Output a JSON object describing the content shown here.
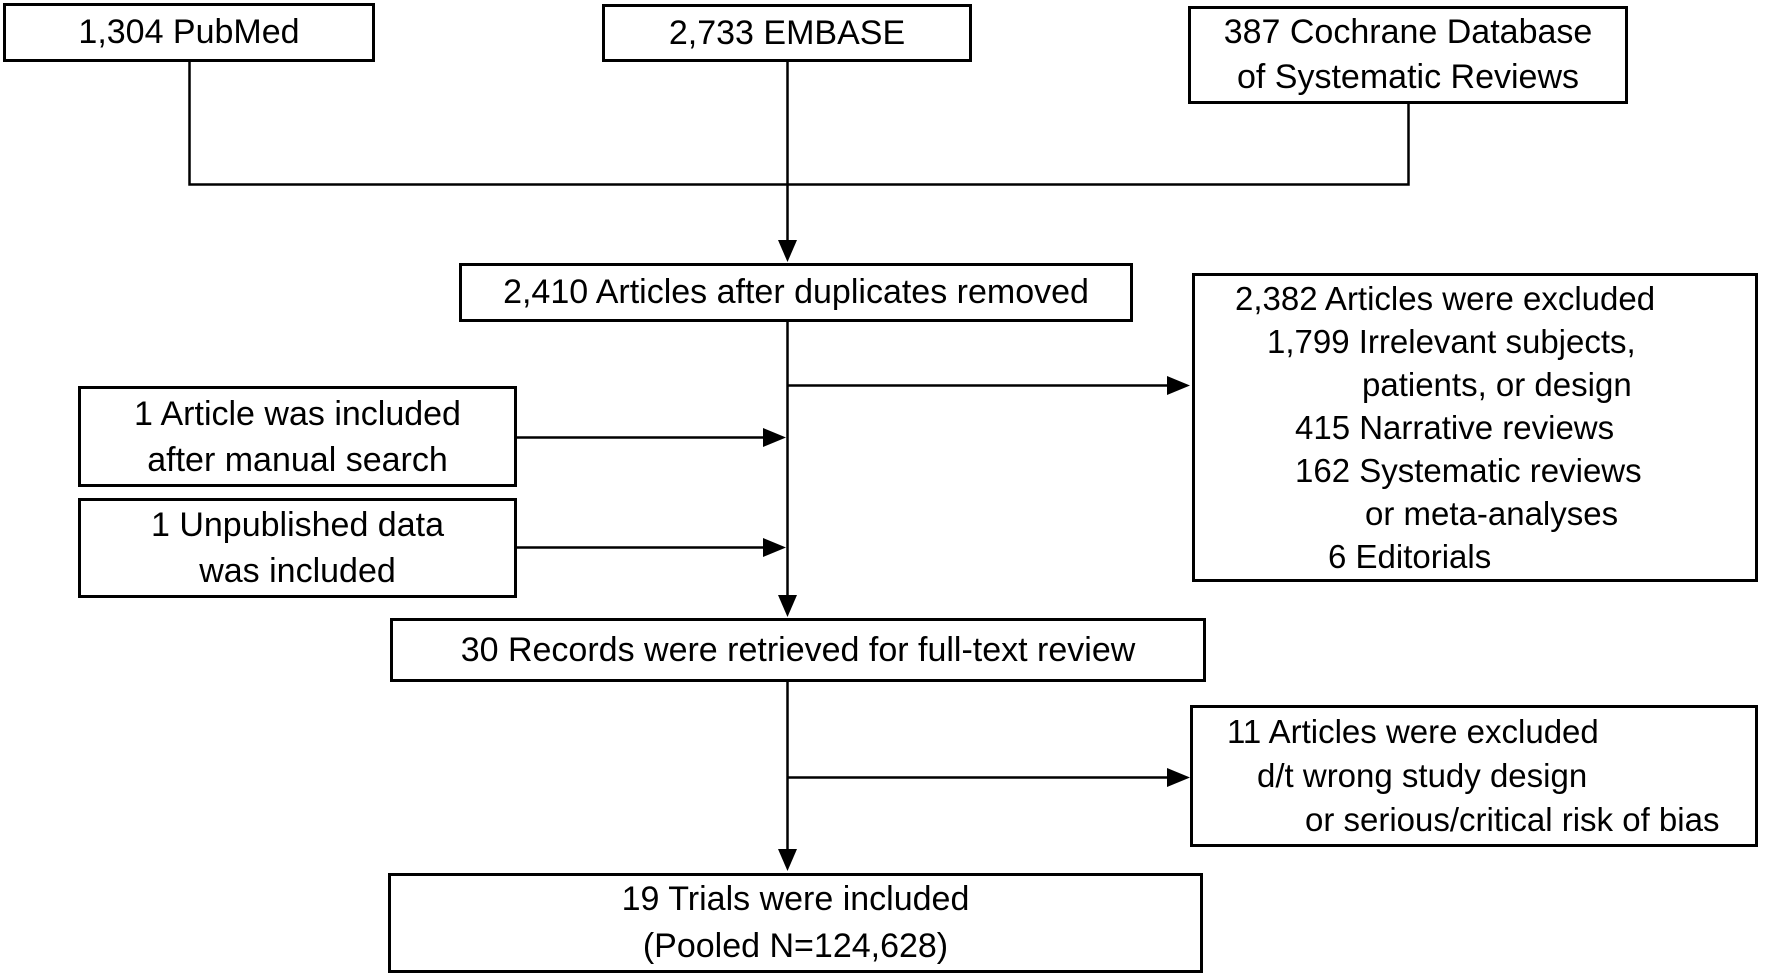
{
  "colors": {
    "background": "#ffffff",
    "box_border": "#000000",
    "text": "#000000",
    "connector_line": "#000000"
  },
  "flowchart": {
    "sources": {
      "pubmed": "1,304 PubMed",
      "embase": "2,733 EMBASE",
      "cochrane_line1": "387 Cochrane Database",
      "cochrane_line2": "of Systematic Reviews"
    },
    "deduplicated": "2,410 Articles after duplicates removed",
    "manual_search_line1": "1 Article was included",
    "manual_search_line2": "after manual search",
    "unpublished_line1": "1 Unpublished data",
    "unpublished_line2": "was included",
    "excluded_screening": [
      "2,382 Articles were excluded",
      "1,799 Irrelevant subjects,",
      "patients, or design",
      "415 Narrative reviews",
      "162 Systematic reviews",
      "or meta-analyses",
      "6 Editorials"
    ],
    "fulltext_review": "30 Records were retrieved for full-text review",
    "excluded_fulltext": [
      "11 Articles were excluded",
      "d/t wrong study design",
      "or serious/critical risk of bias"
    ],
    "included_line1": "19 Trials were included",
    "included_line2": "(Pooled N=124,628)"
  }
}
